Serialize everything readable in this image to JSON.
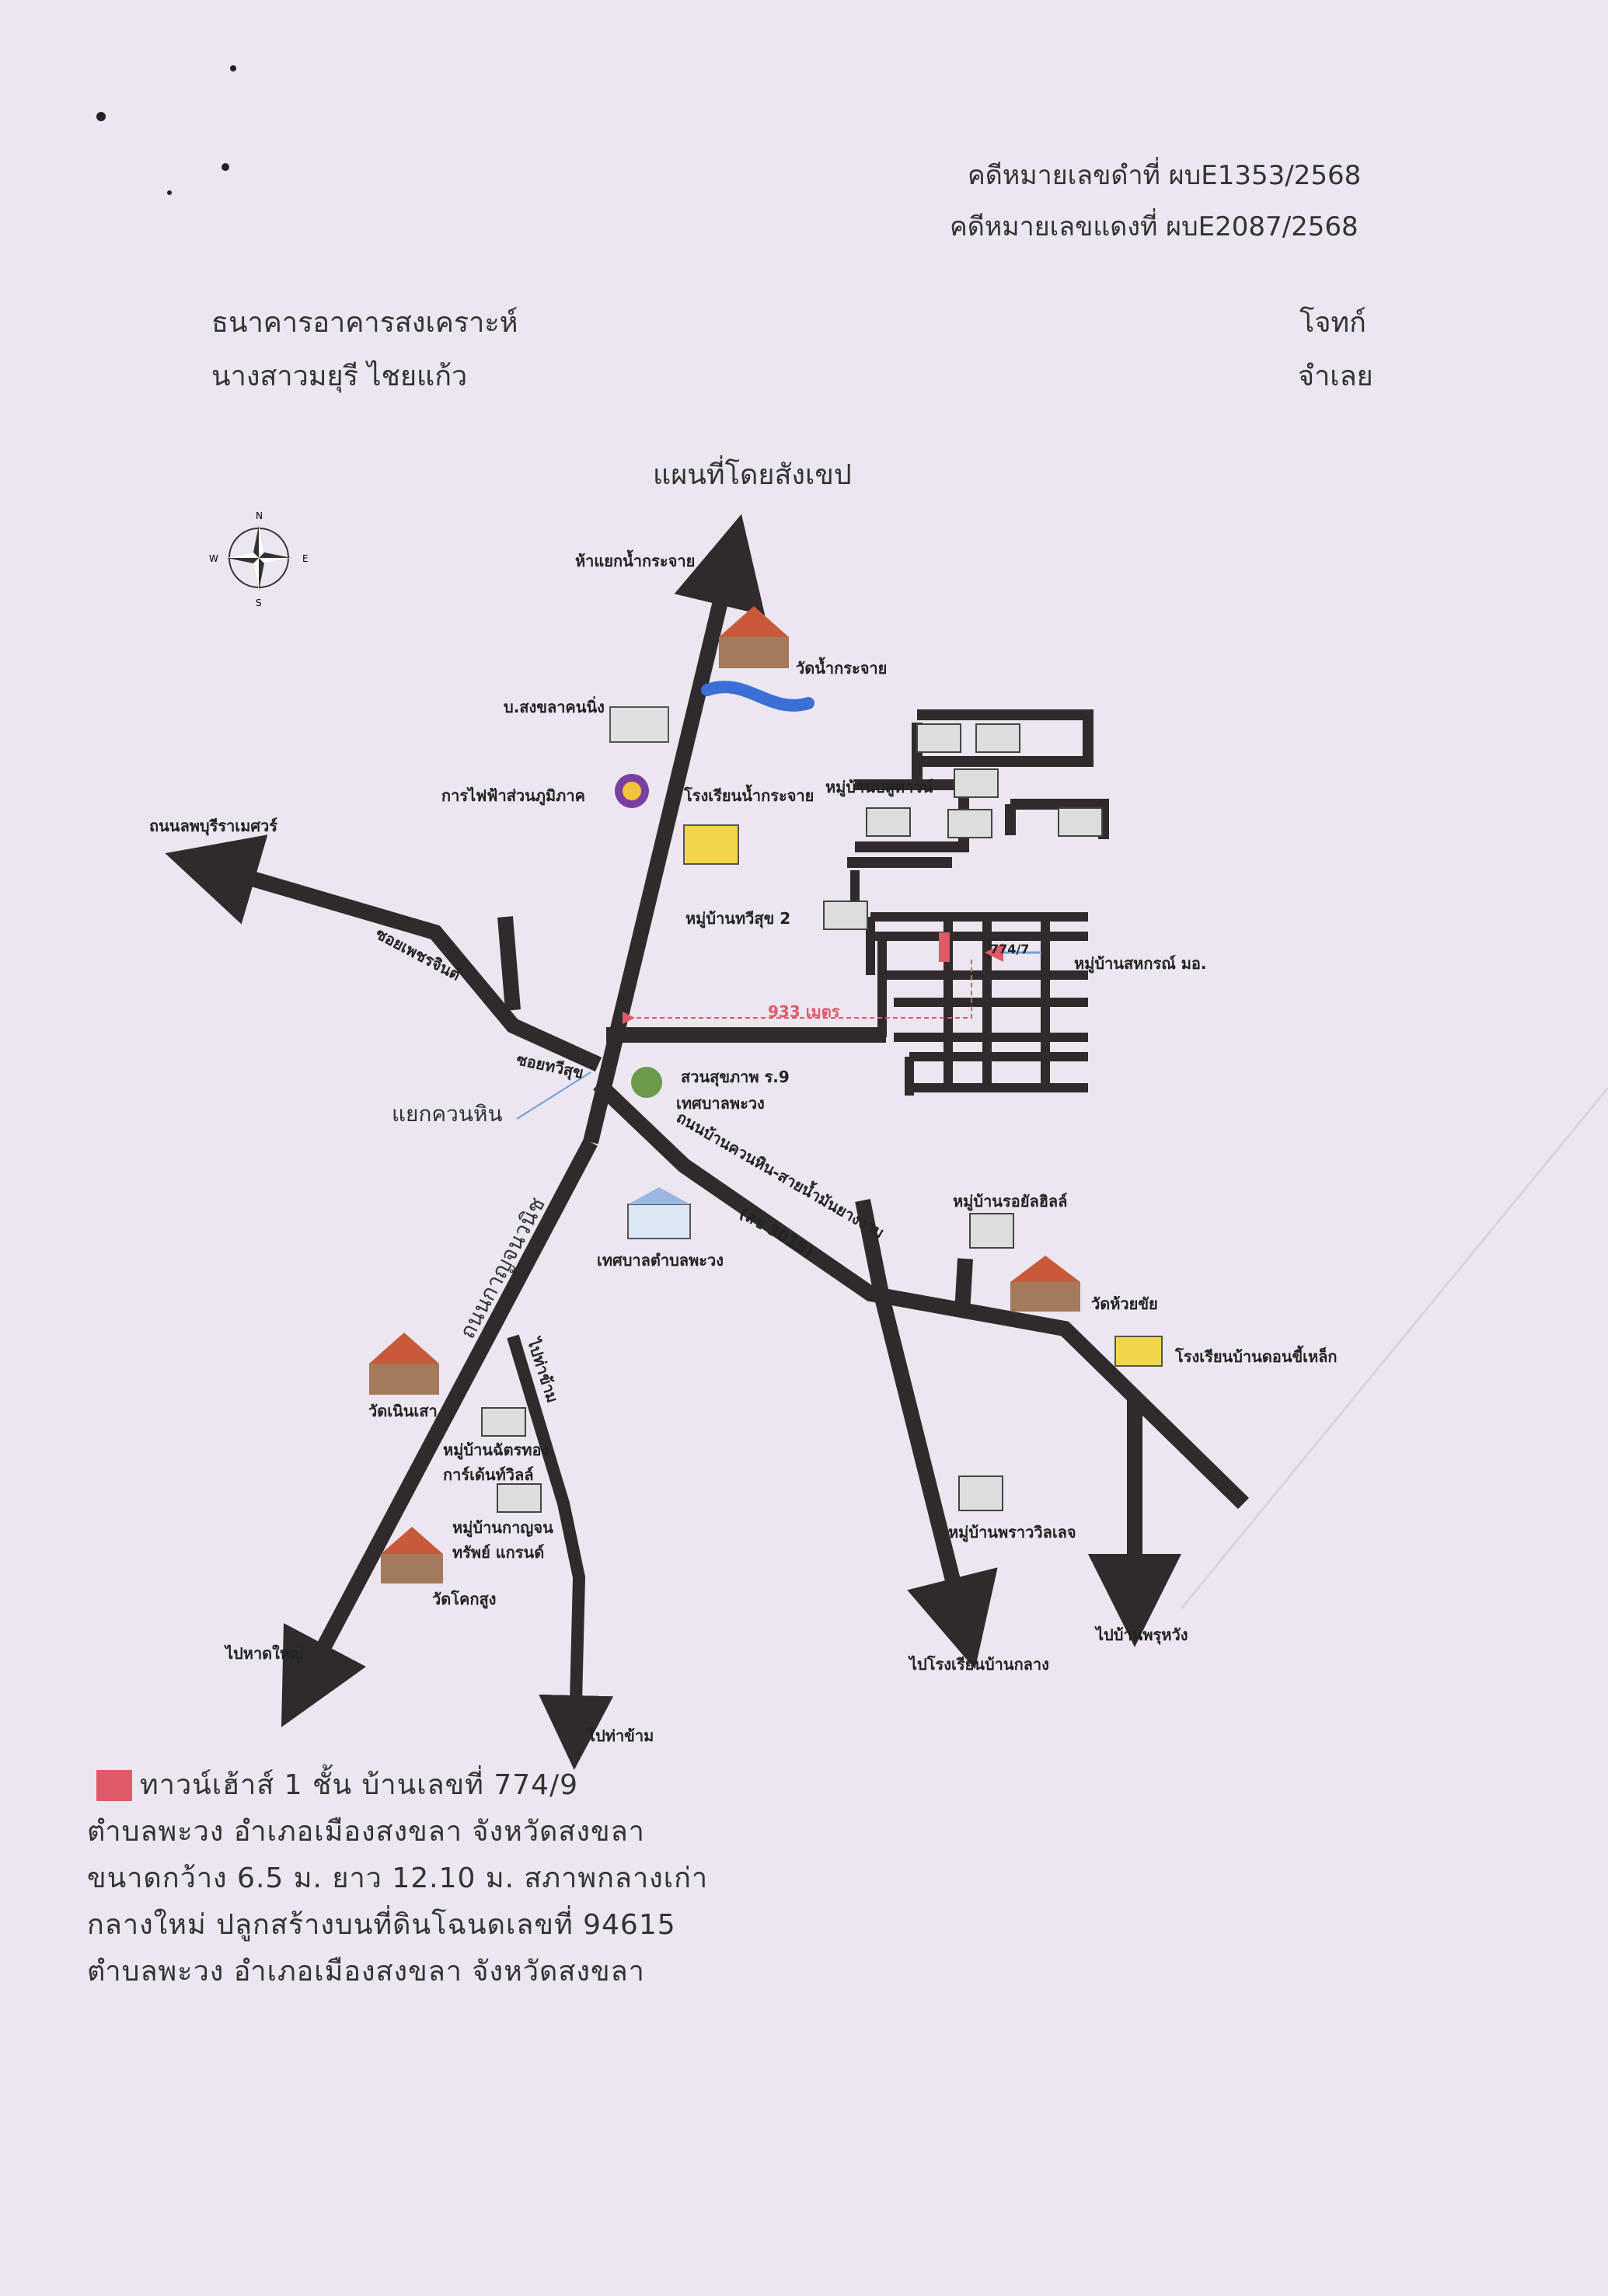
{
  "header": {
    "black_case": "คดีหมายเลขดำที่  ผบE1353/2568",
    "red_case": "คดีหมายเลขแดงที่  ผบE2087/2568",
    "plaintiff_1": "ธนาคารอาคารสงเคราะห์",
    "plaintiff_2": "นางสาวมยุรี ไชยแก้ว",
    "role_1": "โจทก์",
    "role_2": "จำเลย"
  },
  "map": {
    "title": "แผนที่โดยสังเขป",
    "compass": {
      "n": "N",
      "s": "S",
      "e": "E",
      "w": "W"
    },
    "labels": {
      "hae_nam_krachai": "ห้าแยกน้ำกระจาย",
      "wat_nam_krachai": "วัดน้ำกระจาย",
      "songkhla_khon_ning": "บ.สงขลาคนนิ่ง",
      "pea": "การไฟฟ้าส่วนภูมิภาค",
      "school_nam_krachai": "โรงเรียนน้ำกระจาย",
      "village_bluetown": "หมู่บ้านบลูทาวน์",
      "road_chaluchai": "ถนนลพบุรีราเมศวร์",
      "village_thawisuk": "หมู่บ้านทวีสุข 2",
      "house_no_mark": "774/7",
      "village_sahakorn": "หมู่บ้านสหกรณ์ มอ.",
      "soi_phetchra": "ซอยเพชรจินต์",
      "distance": "933 เมตร",
      "soi_thawisuk": "ซอยทวีสุข",
      "park": "สวนสุขภาพ ร.9",
      "municipality_1": "เทศบาลพะวง",
      "khuan_hin": "แยกควนหิน",
      "road_khuanhin": "ถนนบ้านควนหิน-สายน้ำมันยางงาม",
      "road_code": "(สข 3015)",
      "road_kanchanawanit": "ถนนกาญจนวนิช",
      "municipality_2": "เทศบาลตำบลพะวง",
      "village_royal": "หมู่บ้านรอยัลฮิลล์",
      "wat_huai_khai": "วัดห้วยขัย",
      "school_don_khilek": "โรงเรียนบ้านดอนขี้เหล็ก",
      "to_tha_kham": "ไปท่าข้าม",
      "wat_noen_sao": "วัดเนินเสา",
      "village_chat": "หมู่บ้านฉัตรทอง การ์เด้นท์วิลล์",
      "village_kanchan": "หมู่บ้านกาญจน ทรัพย์ แกรนด์",
      "wat_khok_sung": "วัดโคกสูง",
      "village_phrao": "หมู่บ้านพราววิลเลจ",
      "to_hat_yai": "ไปหาดใหญ่",
      "to_tha_kham_2": "ไปท่าข้าม",
      "to_school_ban_klang": "ไปโรงเรียนบ้านกลาง",
      "to_ban_phru_wang": "ไปบ้านพรุหวัง"
    }
  },
  "description": {
    "line_1": "ทาวน์เฮ้าส์  1  ชั้น  บ้านเลขที่   774/9",
    "line_2": "ตำบลพะวง  อำเภอเมืองสงขลา  จังหวัดสงขลา",
    "line_3": "ขนาดกว้าง 6.5 ม. ยาว 12.10 ม. สภาพกลางเก่า",
    "line_4": "กลางใหม่ ปลูกสร้างบนที่ดินโฉนดเลขที่  94615",
    "line_5": "ตำบลพะวง  อำเภอเมืองสงขลา  จังหวัดสงขลา",
    "legend_color": "#e05a6a"
  },
  "colors": {
    "road": "#2f2a2c",
    "water": "#3a6fd8",
    "marker": "#e05a6a",
    "distance_line": "#e05a6a"
  }
}
